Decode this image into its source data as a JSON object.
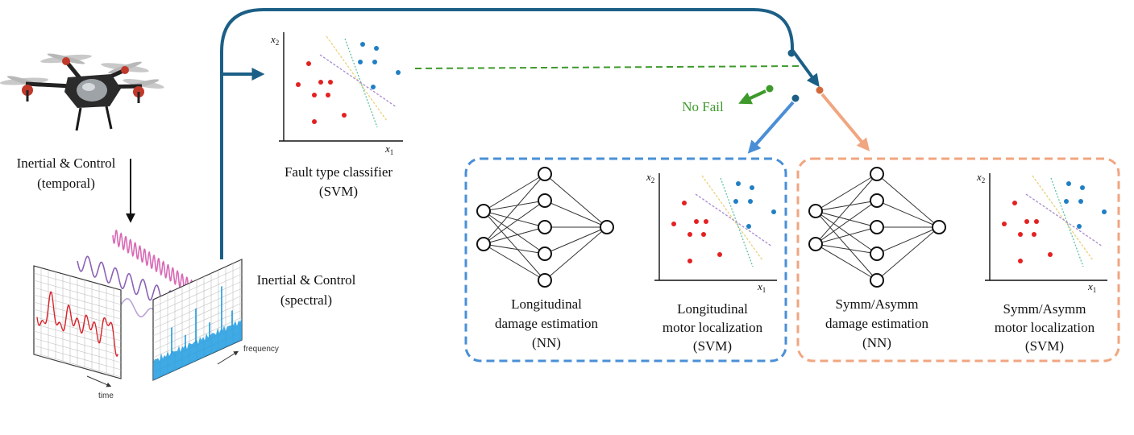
{
  "temporal_input": {
    "line1": "Inertial & Control",
    "line2": "(temporal)"
  },
  "spectral_input": {
    "line1": "Inertial & Control",
    "line2": "(spectral)"
  },
  "signal_axes": {
    "time": "time",
    "frequency": "frequency"
  },
  "axes": {
    "x": {
      "var": "x",
      "sub": "1"
    },
    "y": {
      "var": "x",
      "sub": "2"
    }
  },
  "fault_classifier": {
    "line1": "Fault type classifier",
    "line2": "(SVM)"
  },
  "no_fail": {
    "label": "No Fail"
  },
  "longitudinal": {
    "nn": {
      "line1": "Longitudinal",
      "line2": "damage estimation",
      "line3": "(NN)"
    },
    "svm": {
      "line1": "Longitudinal",
      "line2": "motor localization",
      "line3": "(SVM)"
    }
  },
  "symmetric": {
    "nn": {
      "line1": "Symm/Asymm",
      "line2": "damage estimation",
      "line3": "(NN)"
    },
    "svm": {
      "line1": "Symm/Asymm",
      "line2": "motor localization",
      "line3": "(SVM)"
    }
  },
  "icons": {
    "drone": "quadcopter-icon"
  },
  "colors": {
    "flow": "#1c5f86",
    "no_fail": "#3d9a2b",
    "longitudinal": "#4a8fd6",
    "symmetric": "#f0a680",
    "class_a": "#e32121",
    "class_b": "#1f7fc4",
    "temporal_wave": "#d8232a",
    "spectrum": "#1e9be0"
  }
}
